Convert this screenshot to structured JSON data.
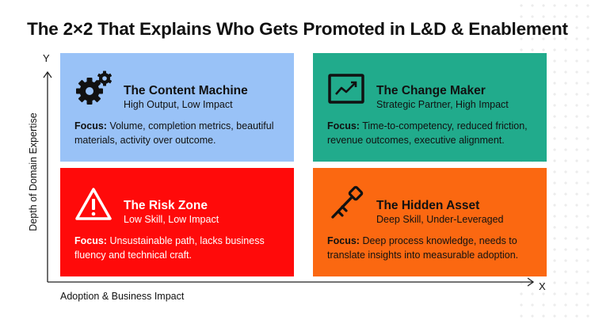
{
  "title": "The 2×2 That Explains Who Gets Promoted in L&D & Enablement",
  "axes": {
    "y_letter": "Y",
    "x_letter": "X",
    "y_title": "Depth of Domain Expertise",
    "x_title": "Adoption & Business Impact"
  },
  "quadrants": [
    {
      "name": "The Content Machine",
      "subtitle": "High Output, Low Impact",
      "focus_label": "Focus:",
      "focus_text": " Volume, completion metrics, beautiful materials, activity over outcome.",
      "color": "#99c2f7",
      "icon": "gears-icon"
    },
    {
      "name": "The Change Maker",
      "subtitle": "Strategic Partner, High Impact",
      "focus_label": "Focus:",
      "focus_text": " Time-to-competency, reduced friction, revenue outcomes, executive alignment.",
      "color": "#21ab8c",
      "icon": "trend-chart-icon"
    },
    {
      "name": "The Risk Zone",
      "subtitle": "Low Skill, Low Impact",
      "focus_label": "Focus:",
      "focus_text": " Unsustainable path, lacks business fluency and technical craft.",
      "color": "#ff0a0a",
      "icon": "warning-icon"
    },
    {
      "name": "The Hidden Asset",
      "subtitle": "Deep Skill, Under-Leveraged",
      "focus_label": "Focus:",
      "focus_text": " Deep process knowledge, needs to translate insights into measurable adoption.",
      "color": "#fb6811",
      "icon": "key-icon"
    }
  ]
}
